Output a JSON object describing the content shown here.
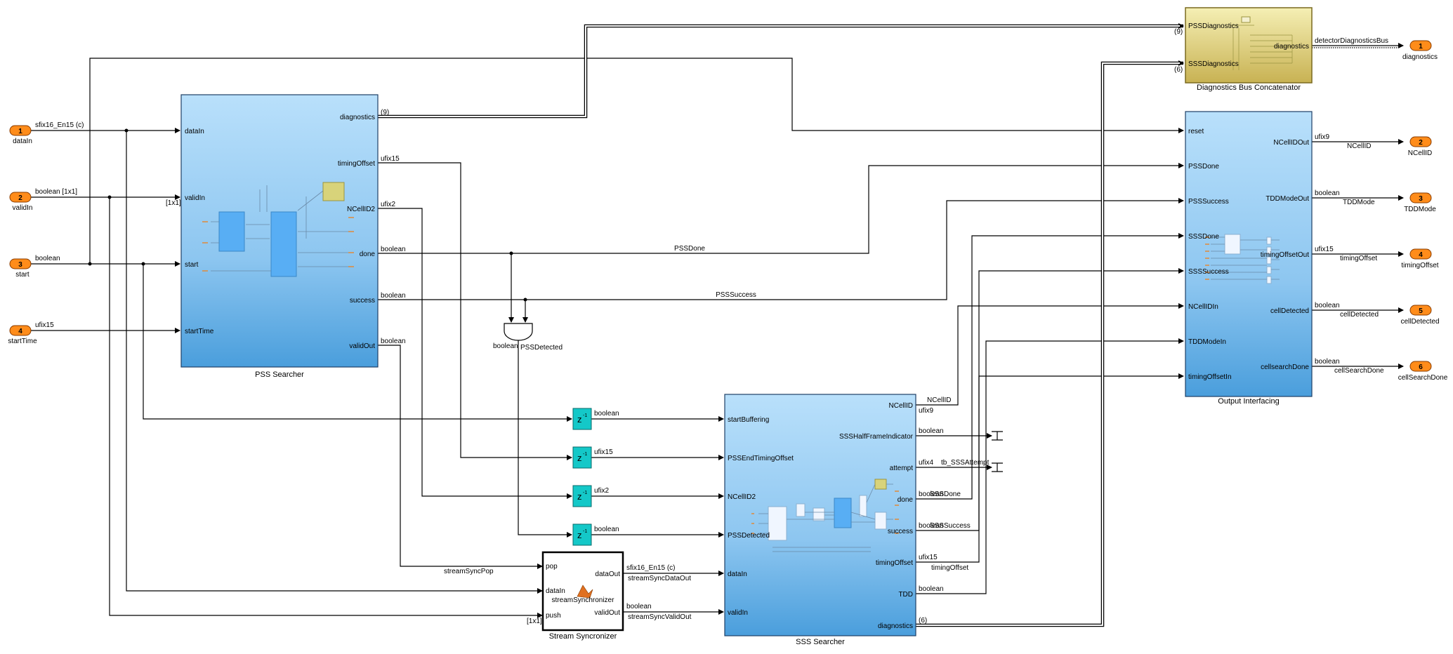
{
  "inports": [
    {
      "num": "1",
      "name": "dataIn",
      "sig": "sfix16_En15 (c)"
    },
    {
      "num": "2",
      "name": "validIn",
      "sig": "boolean [1x1]"
    },
    {
      "num": "3",
      "name": "start",
      "sig": "boolean"
    },
    {
      "num": "4",
      "name": "startTime",
      "sig": "ufix15"
    }
  ],
  "outports": [
    {
      "num": "1",
      "name": "diagnostics",
      "sig": "detectorDiagnosticsBus"
    },
    {
      "num": "2",
      "name": "NCellID",
      "sig": "ufix9",
      "wire": "NCellID"
    },
    {
      "num": "3",
      "name": "TDDMode",
      "sig": "boolean",
      "wire": "TDDMode"
    },
    {
      "num": "4",
      "name": "timingOffset",
      "sig": "ufix15",
      "wire": "timingOffset"
    },
    {
      "num": "5",
      "name": "cellDetected",
      "sig": "boolean",
      "wire": "cellDetected"
    },
    {
      "num": "6",
      "name": "cellSearchDone",
      "sig": "boolean",
      "wire": "cellSearchDone"
    }
  ],
  "pss": {
    "title": "PSS Searcher",
    "inputs": [
      "dataIn",
      "validIn",
      "start",
      "startTime"
    ],
    "outputs": [
      "diagnostics",
      "timingOffset",
      "NCellID2",
      "done",
      "success",
      "validOut"
    ],
    "out_sigs": [
      "(9)",
      "ufix15",
      "ufix2",
      "boolean",
      "boolean",
      "boolean"
    ],
    "valid_dim": "[1x1]"
  },
  "diag": {
    "title": "Diagnostics Bus Concatenator",
    "inputs": [
      "PSSDiagnostics",
      "SSSDiagnostics"
    ],
    "output": "diagnostics",
    "in_dims": [
      "(9)",
      "(6)"
    ]
  },
  "oi": {
    "title": "Output Interfacing",
    "inputs": [
      "reset",
      "PSSDone",
      "PSSSuccess",
      "SSSDone",
      "SSSSuccess",
      "NCellIDIn",
      "TDDModeIn",
      "timingOffsetIn"
    ],
    "outputs": [
      "NCellIDOut",
      "TDDModeOut",
      "timingOffsetOut",
      "cellDetected",
      "cellsearchDone"
    ]
  },
  "sss": {
    "title": "SSS Searcher",
    "inputs": [
      "startBuffering",
      "PSSEndTimingOffset",
      "NCellID2",
      "PSSDetected",
      "dataIn",
      "validIn"
    ],
    "outputs": [
      "NCellID",
      "SSSHalfFrameIndicator",
      "attempt",
      "done",
      "success",
      "timingOffset",
      "TDD",
      "diagnostics"
    ],
    "out_sigs": [
      "ufix9",
      "boolean",
      "ufix4",
      "boolean",
      "boolean",
      "ufix15",
      "boolean",
      "(6)"
    ],
    "wire_names": [
      "NCellID",
      "",
      "tb_SSSAttempt",
      "SSSDone",
      "SSSSuccess",
      "timingOffset",
      "",
      ""
    ]
  },
  "delays": {
    "label": "z",
    "exponent": "-1",
    "sigs": [
      "boolean",
      "ufix15",
      "ufix2",
      "boolean"
    ]
  },
  "and_gate": {
    "sig": "boolean",
    "name": "PSSDetected"
  },
  "ss": {
    "title": "Stream Syncronizer",
    "inner": "streamSynchronizer",
    "inputs": [
      "pop",
      "dataIn",
      "push"
    ],
    "outputs": [
      "dataOut",
      "validOut"
    ],
    "out_sigs": [
      "sfix16_En15 (c)",
      "boolean"
    ],
    "push_dim": "[1x1]"
  },
  "wires": {
    "pss_done": "PSSDone",
    "pss_success": "PSSSuccess",
    "stream_pop": "streamSyncPop",
    "stream_data": "streamSyncDataOut",
    "stream_valid": "streamSyncValidOut"
  },
  "colors": {
    "block_top": "#b9e0fb",
    "block_bottom": "#4a9edc",
    "diag_top": "#f5efb4",
    "diag_bottom": "#c8b253",
    "inport": "#ff8c1a",
    "delay": "#14c8c8"
  }
}
